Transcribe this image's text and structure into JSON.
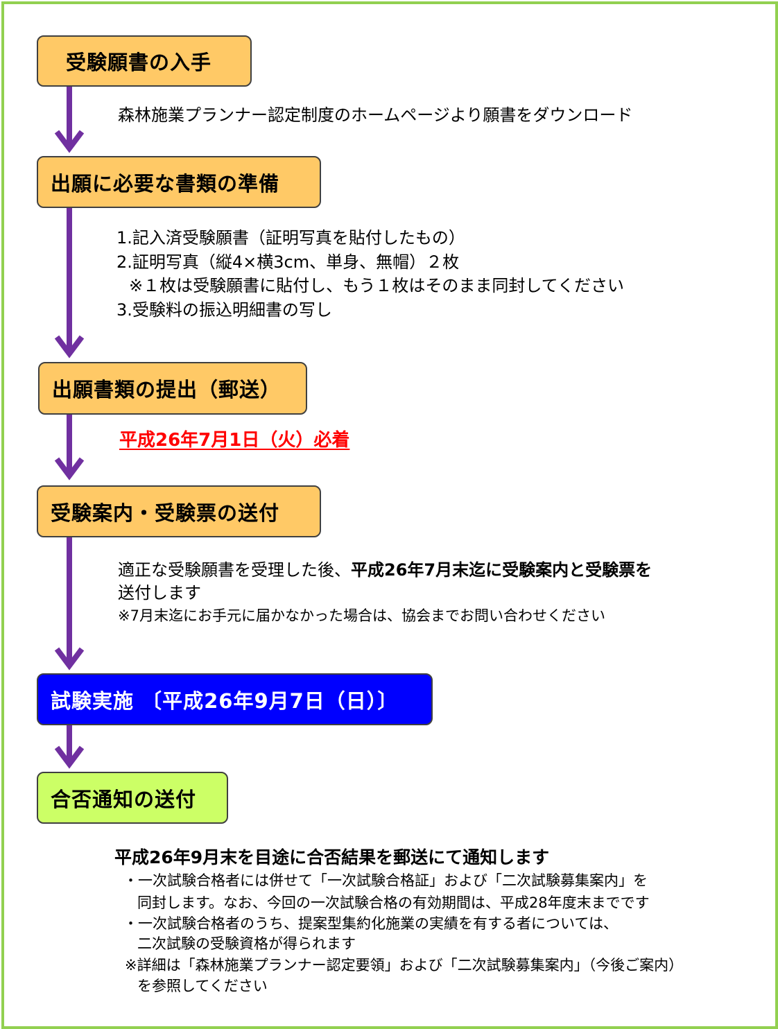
{
  "steps": {
    "s1": "受験願書の入手",
    "s2": "出願に必要な書類の準備",
    "s3": "出願書類の提出（郵送）",
    "s4": "受験案内・受験票の送付",
    "s5": "試験実施 〔平成26年9月7日（日）〕",
    "s6": "合否通知の送付"
  },
  "notes": {
    "n1": "森林施業プランナー認定制度のホームページより願書をダウンロード",
    "n2_items": [
      "1.記入済受験願書（証明写真を貼付したもの）",
      "2.証明写真（縦4×横3cm、単身、無帽）２枚",
      "※１枚は受験願書に貼付し、もう１枚はそのまま同封してください",
      "3.受験料の振込明細書の写し"
    ],
    "deadline": "平成26年7月1日（火）必着",
    "n4_line1_a": "適正な受験願書を受理した後、",
    "n4_line1_b": "平成26年7月末迄に受験案内と受験票を",
    "n4_line2": "送付します",
    "n4_note": "※7月末迄にお手元に届かなかった場合は、協会までお問い合わせください",
    "n6_title": "平成26年9月末を目途に合否結果を郵送にて通知します",
    "n6_lines": [
      "・一次試験合格者には併せて「一次試験合格証」および「二次試験募集案内」を",
      "同封します。なお、今回の一次試験合格の有効期間は、平成28年度末までです",
      "・一次試験合格者のうち、提案型集約化施業の実績を有する者については、",
      "二次試験の受験資格が得られます",
      "※詳細は「森林施業プランナー認定要領」および「二次試験募集案内」（今後ご案内）",
      "を参照してください"
    ]
  },
  "colors": {
    "frame": "#92d050",
    "arrow": "#7030a0",
    "step_orange": "#ffc966",
    "step_blue": "#0000ff",
    "step_green": "#ccff66",
    "deadline_red": "#ff0000"
  }
}
